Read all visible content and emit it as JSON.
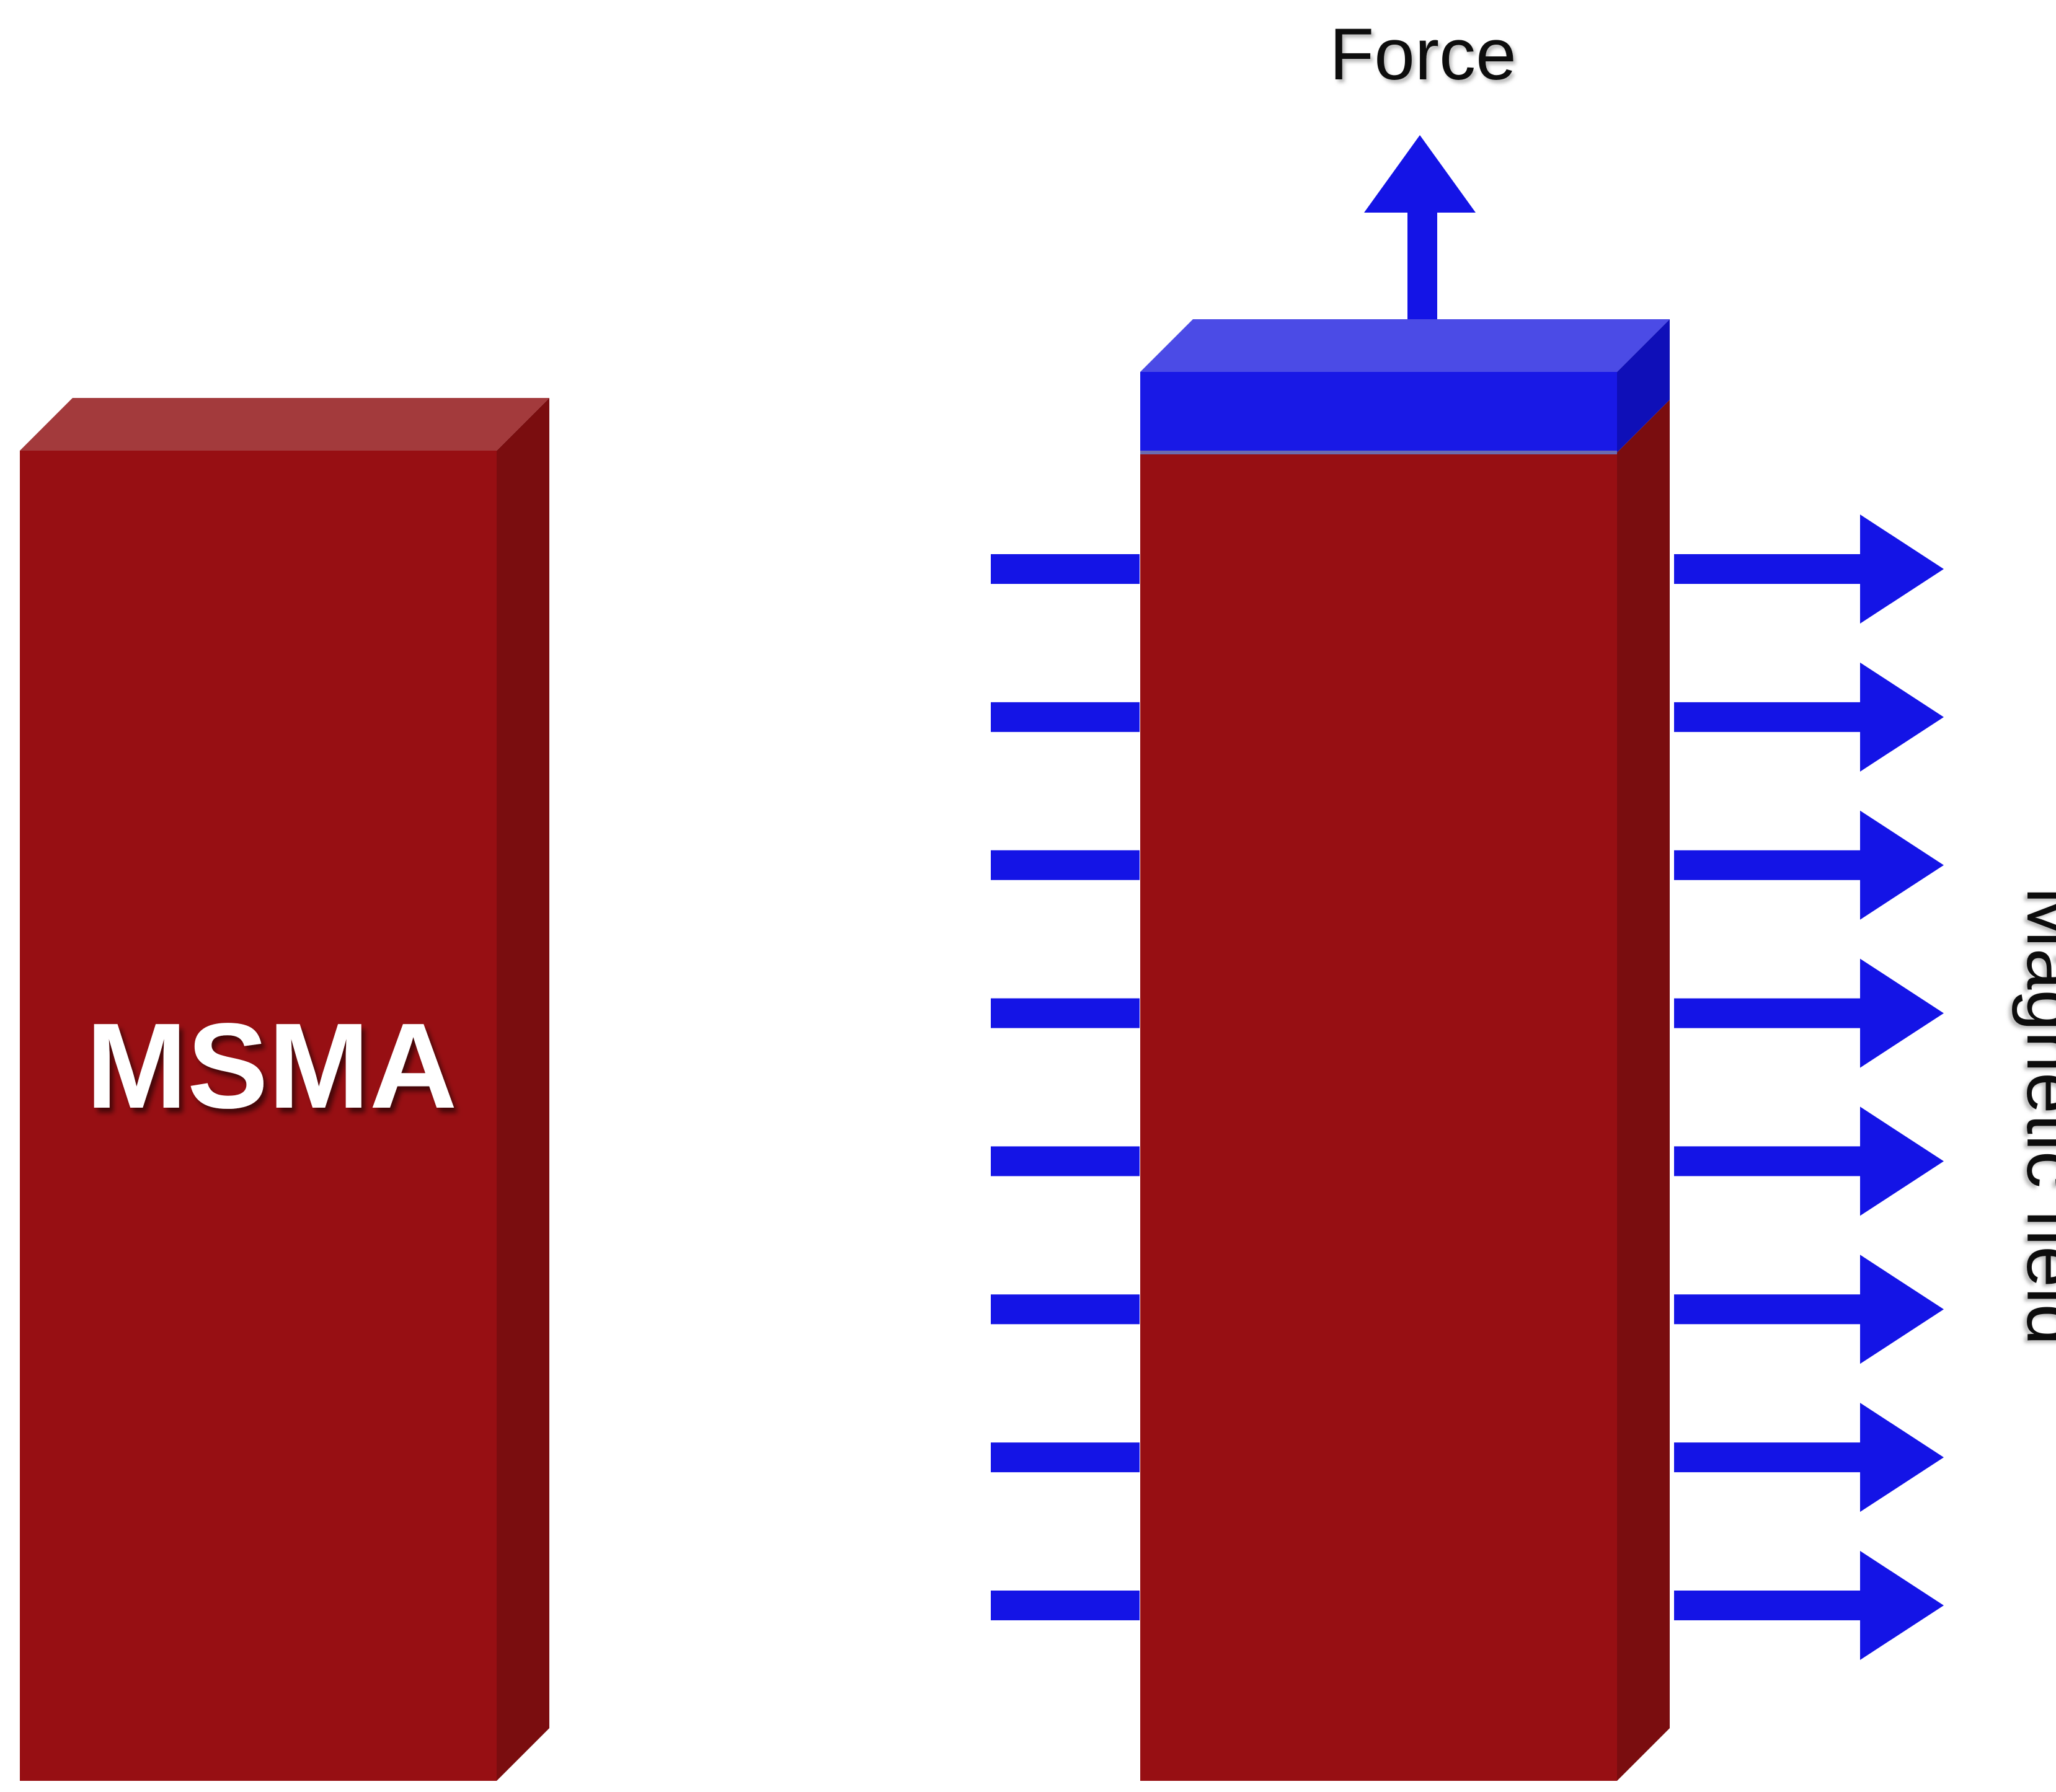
{
  "labels": {
    "material": "MSMA",
    "force": "Force",
    "field": "Magnetic field"
  },
  "colors": {
    "background": "#ffffff",
    "bar_front": "#970f13",
    "bar_top": "#a33a3c",
    "bar_side": "#7a0d0f",
    "plate_front": "#1919e6",
    "plate_top": "#4b4be6",
    "plate_side": "#0f0fb8",
    "arrow": "#1414e6",
    "text_dark": "#111111",
    "text_light": "#ffffff"
  },
  "icons": {
    "force_arrow": "arrow-up-icon",
    "field_arrow": "arrow-right-icon"
  },
  "field_arrow_count": 8
}
